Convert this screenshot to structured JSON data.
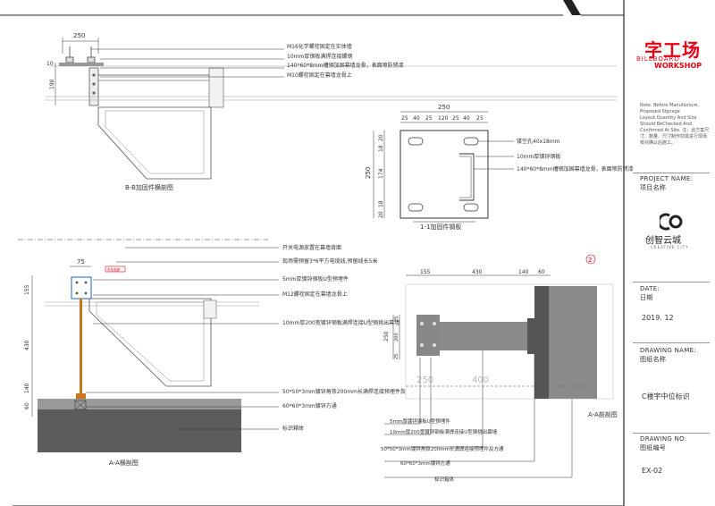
{
  "title_block": {
    "logo_cn": "字工场",
    "logo_en_1": "BILLBOARD",
    "logo_en_2": "WORKSHOP",
    "note": "Note: Before Manufacture, Proposed Signage Layout,Quantity And Size Should BeChecked And Confirmed At Site. 注：此方案尺寸、数量、尺寸制作前需进行现场核对确认后施工。",
    "brand_cn": "创智云城",
    "brand_en": "CREATIVE CITY",
    "project_name_en": "PROJECT NAME:",
    "project_name_cn": "项目名称",
    "date_en": "DATE:",
    "date_cn": "日期",
    "date_value": "2019. 12",
    "drawing_name_en": "DRAWING NAME:",
    "drawing_name_cn": "图纸名称",
    "drawing_name_value": "C楼宇中位标识",
    "drawing_no_en": "DRAWING NO:",
    "drawing_no_cn": "图纸编号",
    "drawing_no_value": "EX-02"
  },
  "bb_section": {
    "caption": "B-B加固件横剖图",
    "dim_250": "250",
    "dim_10": "10",
    "dim_190": "190",
    "labels": [
      "M16化学螺栓固定在实体墙",
      "10mm厚钢板满焊连接螺钢",
      "140*60*8mm槽钢加固幕墙龙骨，表面喷防锈漆",
      "M10螺栓固定在幕墙龙骨上"
    ]
  },
  "plate_detail": {
    "caption": "1-1加固件钢板",
    "top_dims": [
      "25",
      "40",
      "25",
      "120",
      "25",
      "40",
      "25"
    ],
    "top_total": "250",
    "left_dims": [
      "20",
      "18",
      "174",
      "18",
      "20"
    ],
    "left_total": "250",
    "labels": [
      "镂空孔40x18mm",
      "10mm厚镀锌钢板",
      "140*60*8mm槽钢加固幕墙龙骨，表面喷防锈漆"
    ]
  },
  "aa_section": {
    "caption": "A-A横剖图",
    "dim_75": "75",
    "left_dims": [
      "155",
      "430",
      "140",
      "60"
    ],
    "box_label": "开关电源",
    "labels": [
      "开关电源放置在幕墙背面",
      "现场需预留3*6平方电缆线,预留线长5米",
      "5mm厚镀锌钢板U型预埋件",
      "M12螺栓固定在幕墙龙骨上",
      "10mm厚200宽镀锌钢板满焊连接U型钢挑出幕墙",
      "50*50*3mm镀锌角铁200mm长满焊连接预埋件及方通",
      "60*60*3mm镀锌方通",
      "标识箱体"
    ]
  },
  "elevation": {
    "caption": "A-A剖剖图",
    "circle_no": "2",
    "top_dims": [
      "155",
      "430",
      "140",
      "60"
    ],
    "left_dims": [
      "25",
      "200",
      "25"
    ],
    "left_total": "250",
    "inner_dims": [
      "250",
      "400"
    ],
    "labels": [
      "5mm厚镀锌钢板U型预埋件",
      "10mm厚200宽镀锌钢板满焊连接U型钢挑出幕墙",
      "50*50*3mm镀锌角铁200mm长满焊连接预埋件及方通",
      "60*60*3mm镀锌方通",
      "标识箱体"
    ]
  }
}
